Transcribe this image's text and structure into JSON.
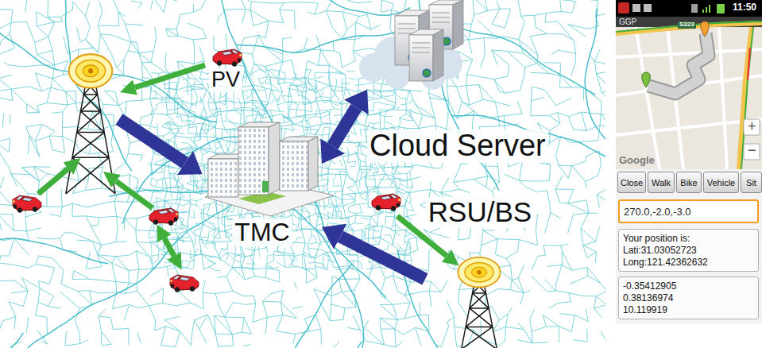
{
  "diagram": {
    "nodes": [
      {
        "text": [
          "PV"
        ]
      },
      {
        "text": [
          "Cloud Server"
        ]
      },
      {
        "text": [
          "TMC"
        ]
      },
      {
        "text": [
          "RSU/BS"
        ]
      },
      {
        "text": [
          "Close"
        ]
      },
      {
        "text": [
          "Walk"
        ]
      },
      {
        "text": [
          "Bike"
        ]
      },
      {
        "text": [
          "Vehicle"
        ]
      },
      {
        "text": [
          "Sit"
        ]
      },
      {
        "text": [
          "270.0,-2.0,-3.0"
        ]
      },
      {
        "text": [
          "Your position is:",
          "Lati:31.03052723",
          "Long:121.42362632"
        ]
      },
      {
        "text": [
          "-0.35412905",
          "0.38136974",
          "10.119919"
        ]
      }
    ],
    "edges": [
      {
        "from": 2,
        "to": 1,
        "arrow": "both"
      },
      {
        "from": 3,
        "to": 2,
        "arrow": "to"
      }
    ],
    "labels": [
      "11:50",
      "GGP",
      "S323",
      "Google",
      "+",
      "−"
    ]
  }
}
